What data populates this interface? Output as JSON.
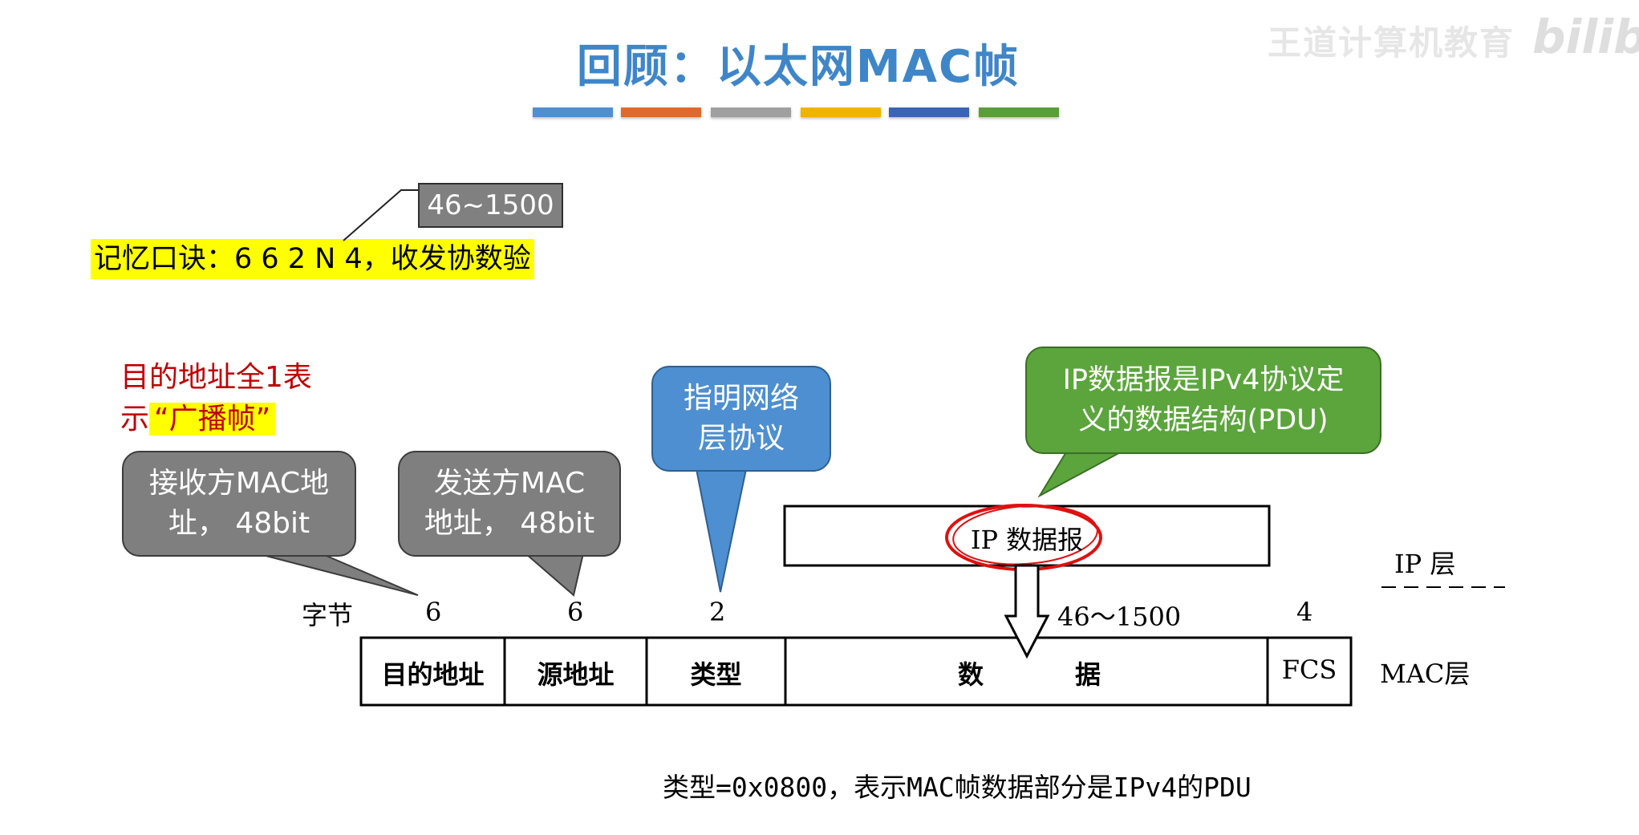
{
  "title": "回顾：以太网MAC帧",
  "title_bar_colors": [
    "#4f8fd0",
    "#e06a2e",
    "#a0a0a0",
    "#f0b400",
    "#3c64b4",
    "#5a9e3a"
  ],
  "watermark": "王道计算机教育",
  "watermark_logo": "bilibili",
  "mnemonic": {
    "hint": "46~1500",
    "text": "记忆口诀：6 6 2 N 4，收发协数验"
  },
  "broadcast_note": {
    "line1": "目的地址全1表",
    "line2_prefix": "示",
    "line2_highlight": "“广播帧”"
  },
  "callouts": {
    "dest": [
      "接收方MAC地",
      "址， 48bit"
    ],
    "src": [
      "发送方MAC",
      "地址， 48bit"
    ],
    "type": [
      "指明网络",
      "层协议"
    ],
    "pdu": [
      "IP数据报是IPv4协议定",
      "义的数据结构(PDU)"
    ]
  },
  "ip_layer": {
    "datagram": "IP 数据报",
    "label": "IP 层"
  },
  "frame": {
    "bytes_label": "字节",
    "sizes": [
      "6",
      "6",
      "2",
      "46～1500",
      "4"
    ],
    "fields": [
      "目的地址",
      "源地址",
      "类型",
      "数",
      "据",
      "FCS"
    ],
    "layer_label": "MAC层"
  },
  "footer": "类型=0x0800，表示MAC帧数据部分是IPv4的PDU"
}
